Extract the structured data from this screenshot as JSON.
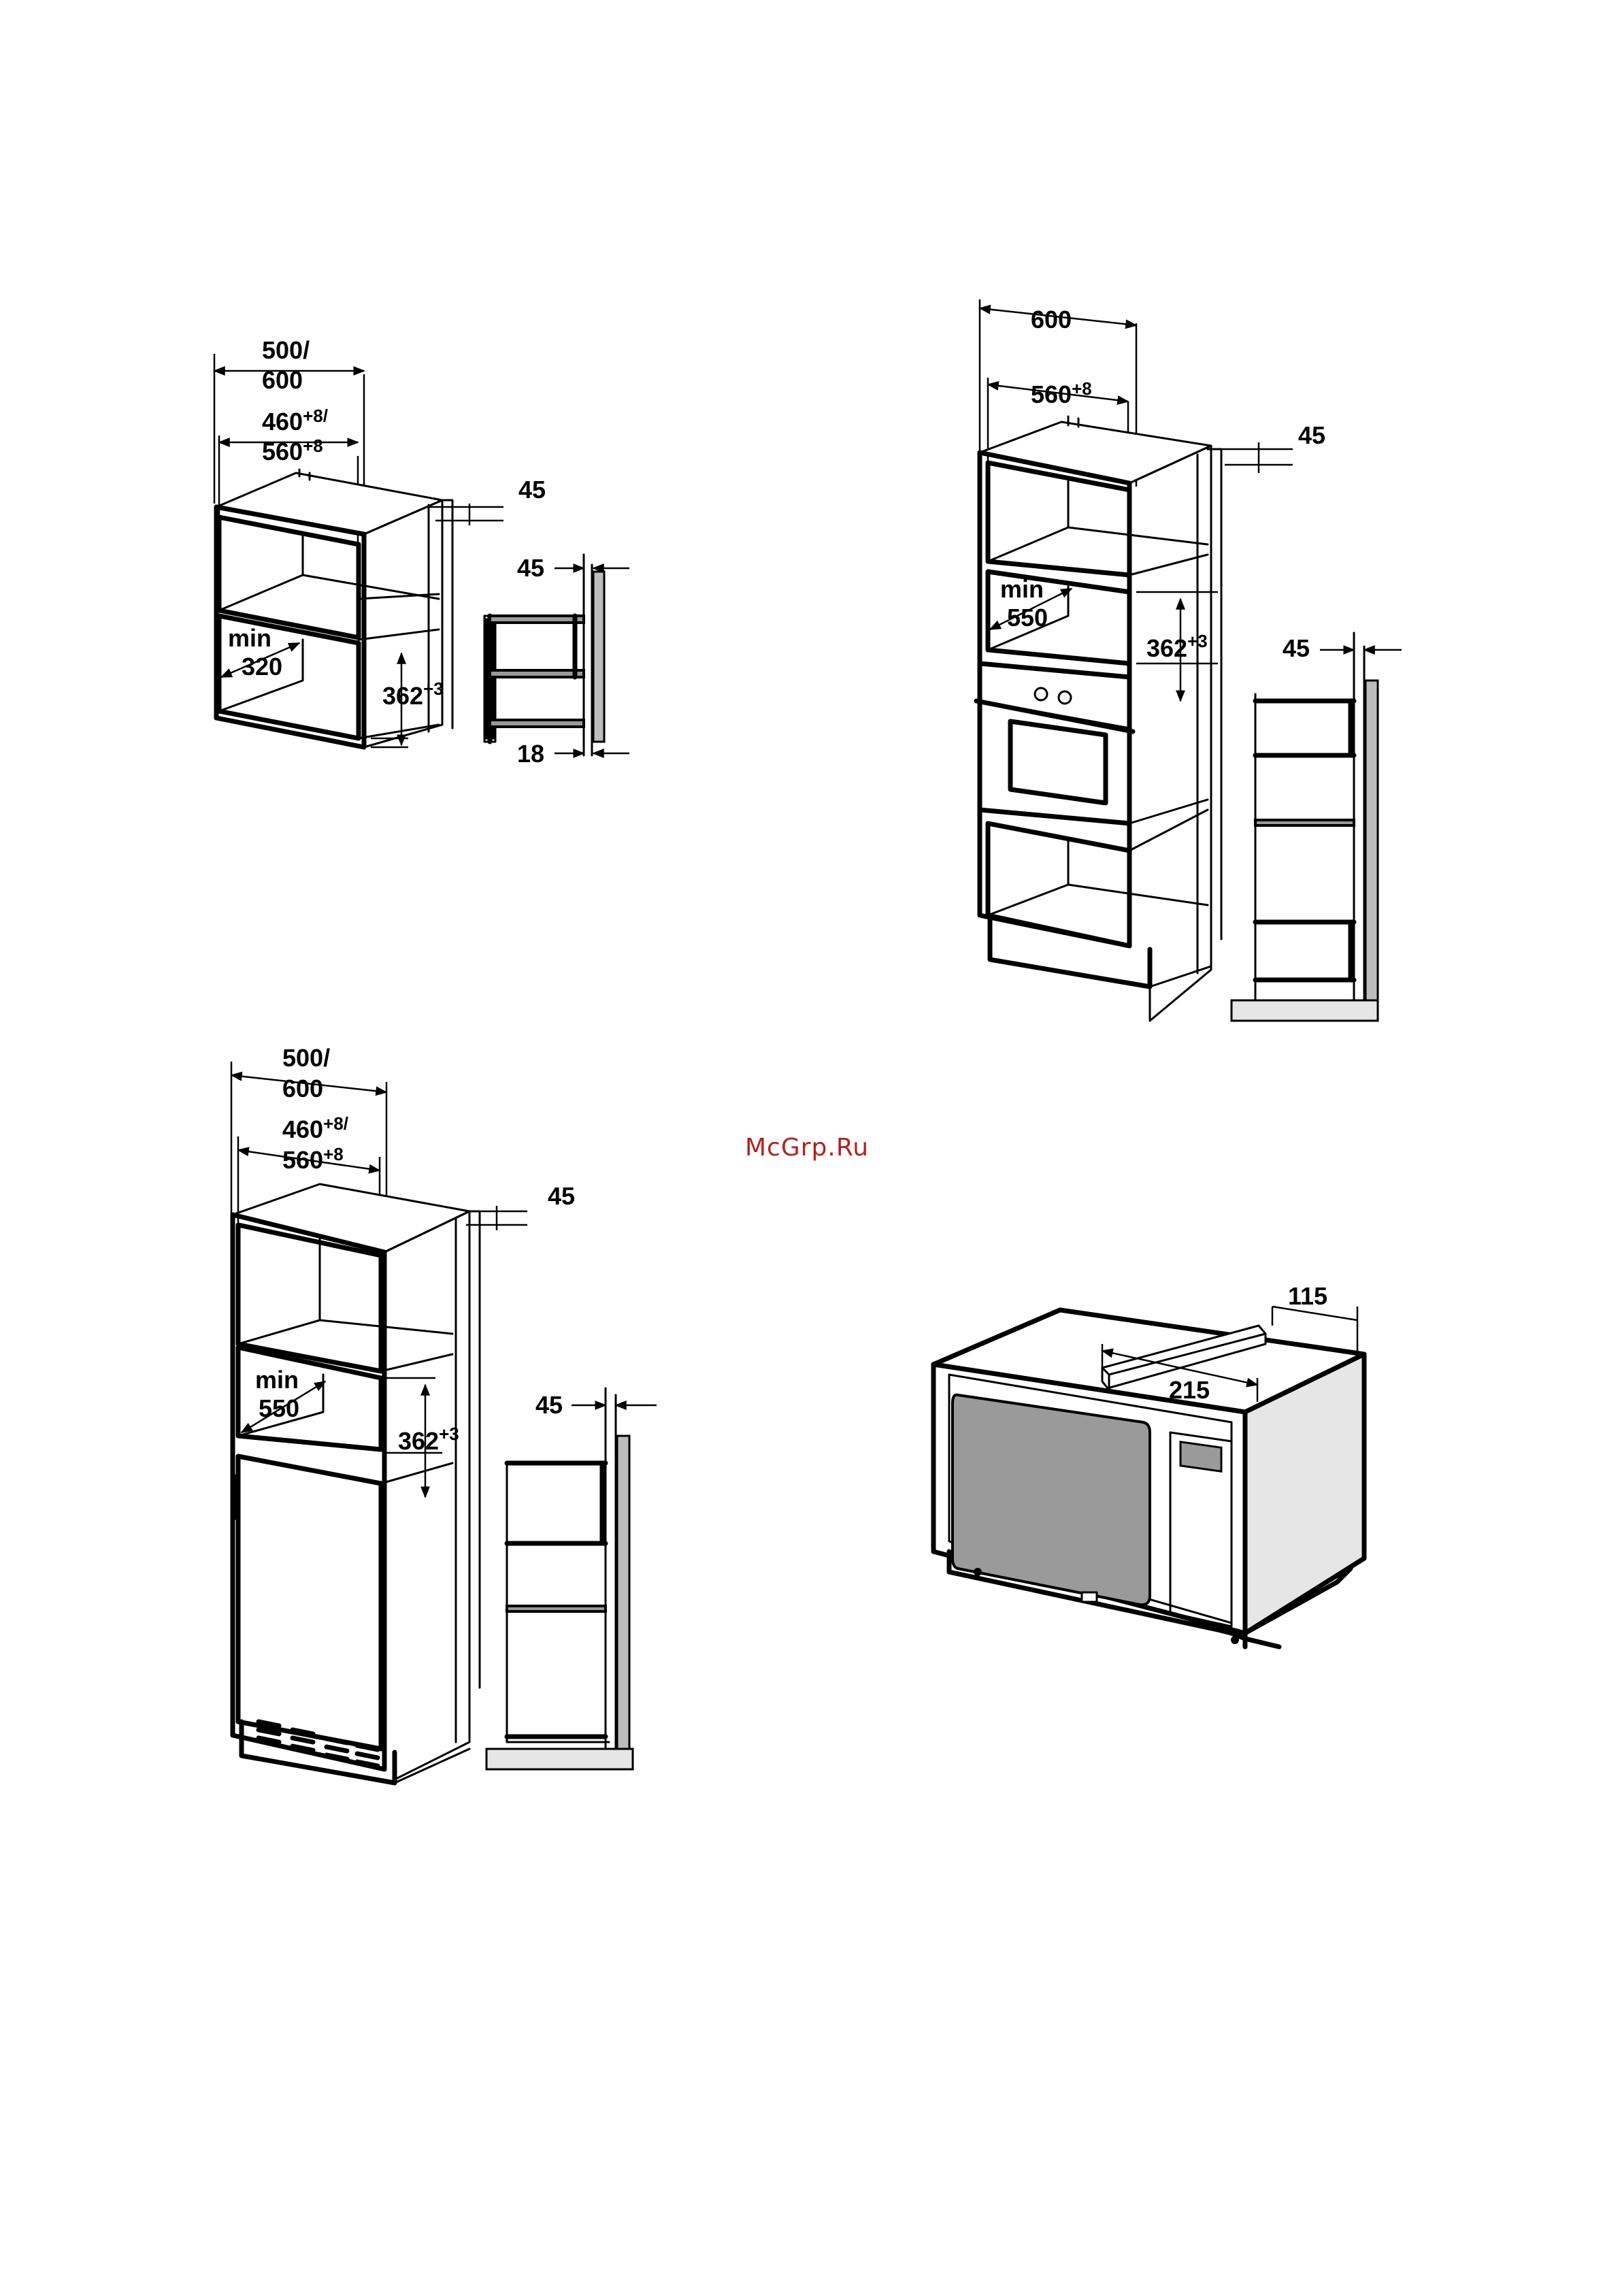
{
  "watermark": "McGrp.Ru",
  "fig1": {
    "outer_width": [
      "500/",
      "600"
    ],
    "inner_width": [
      "460",
      "+8/",
      "560",
      "+8"
    ],
    "depth_top": "45",
    "min_label": [
      "min",
      "320"
    ],
    "height": [
      "362",
      "+3"
    ],
    "side_top": "45",
    "side_bottom": "18"
  },
  "fig2": {
    "outer_width": "600",
    "inner_width": [
      "560",
      "+8"
    ],
    "depth_top": "45",
    "min_label": [
      "min",
      "550"
    ],
    "height": [
      "362",
      "+3"
    ],
    "side_top": "45"
  },
  "fig3": {
    "outer_width": [
      "500/",
      "600"
    ],
    "inner_width": [
      "460",
      "+8/",
      "560",
      "+8"
    ],
    "depth_top": "45",
    "min_label": [
      "min",
      "550"
    ],
    "height": [
      "362",
      "+3"
    ],
    "side_top": "45"
  },
  "fig4": {
    "dim_top": "115",
    "dim_bracket": "215"
  }
}
